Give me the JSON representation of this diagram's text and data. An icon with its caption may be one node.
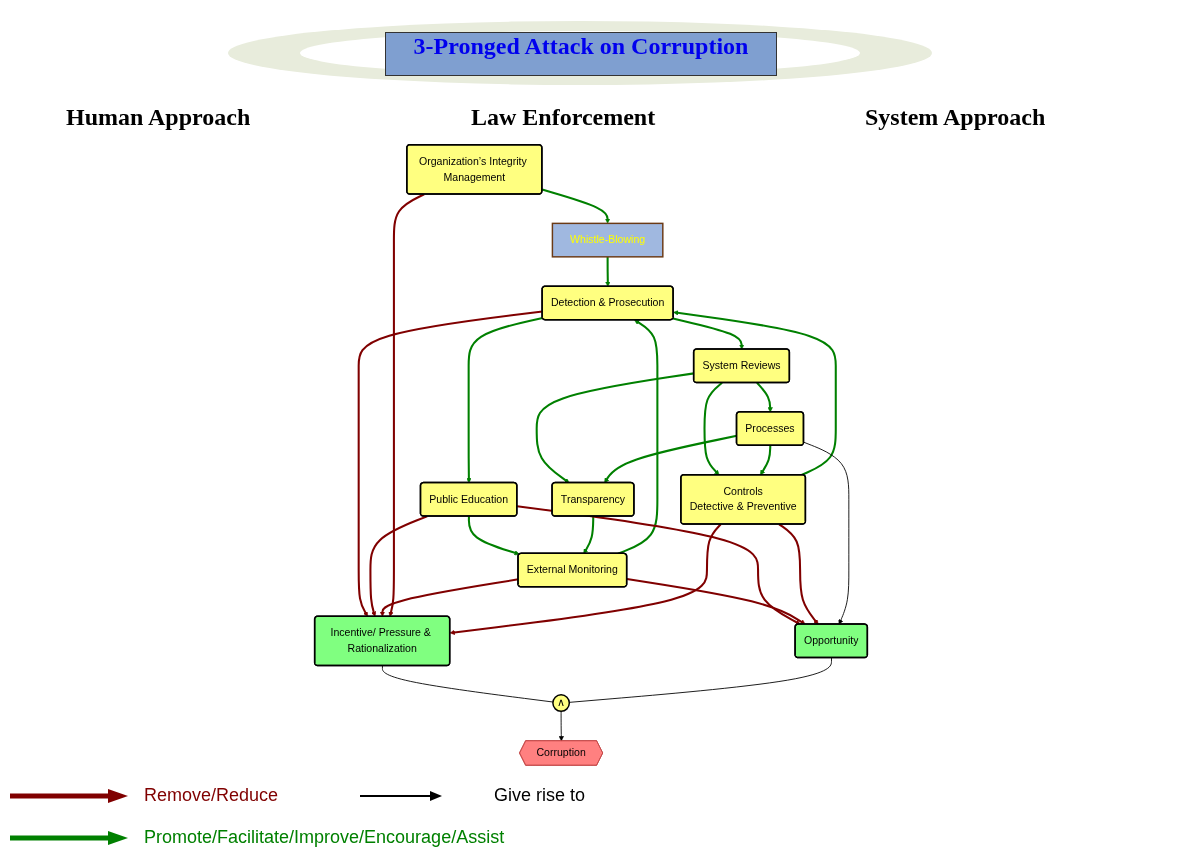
{
  "diagram": {
    "title": "3-Pronged Attack on Corruption",
    "nodes": [
      {
        "text": [
          "Whistle-Blowing"
        ]
      },
      {
        "text": [
          "Detection & Prosecution"
        ]
      },
      {
        "text": [
          "Public Education"
        ]
      },
      {
        "text": [
          "External Monitoring"
        ]
      },
      {
        "text": [
          "System Reviews"
        ]
      },
      {
        "text": [
          "Transparency"
        ]
      },
      {
        "text": [
          "Corruption"
        ]
      },
      {
        "text": [
          "Organization’s Integrity Management"
        ]
      },
      {
        "text": [
          "Incentive/ Pressure & Rationalization"
        ]
      },
      {
        "text": [
          "∧"
        ]
      },
      {
        "text": [
          "Opportunity"
        ]
      },
      {
        "text": [
          "Processes"
        ]
      },
      {
        "text": [
          "Controls",
          "Detective & Preventive"
        ]
      }
    ],
    "edges": [
      {
        "from": 7,
        "to": 0,
        "arrow": "to"
      },
      {
        "from": 0,
        "to": 1,
        "arrow": "to"
      },
      {
        "from": 1,
        "to": 4,
        "arrow": "to"
      },
      {
        "from": 1,
        "to": 2,
        "arrow": "to"
      },
      {
        "from": 2,
        "to": 3,
        "arrow": "to"
      },
      {
        "from": 3,
        "to": 1,
        "arrow": "to"
      },
      {
        "from": 5,
        "to": 3,
        "arrow": "to"
      },
      {
        "from": 12,
        "to": 1,
        "arrow": "to"
      },
      {
        "from": 4,
        "to": 5,
        "arrow": "to"
      },
      {
        "from": 4,
        "to": 11,
        "arrow": "to"
      },
      {
        "from": 4,
        "to": 12,
        "arrow": "to"
      },
      {
        "from": 11,
        "to": 5,
        "arrow": "to"
      },
      {
        "from": 11,
        "to": 12,
        "arrow": "to"
      },
      {
        "from": 1,
        "to": 8,
        "arrow": "to",
        "color": "#800000"
      },
      {
        "from": 2,
        "to": 8,
        "arrow": "to",
        "color": "#800000"
      },
      {
        "from": 2,
        "to": 10,
        "arrow": "to",
        "color": "#800000"
      },
      {
        "from": 3,
        "to": 8,
        "arrow": "to",
        "color": "#800000"
      },
      {
        "from": 3,
        "to": 10,
        "arrow": "to",
        "color": "#800000"
      },
      {
        "from": 7,
        "to": 8,
        "arrow": "to",
        "color": "#800000"
      },
      {
        "from": 12,
        "to": 8,
        "arrow": "to",
        "color": "#800000"
      },
      {
        "from": 12,
        "to": 10,
        "arrow": "to",
        "color": "#800000"
      },
      {
        "from": 8,
        "to": 9,
        "arrow": "none",
        "color": "#000000"
      },
      {
        "from": 10,
        "to": 9,
        "arrow": "none",
        "color": "#000000"
      },
      {
        "from": 9,
        "to": 6,
        "arrow": "to",
        "color": "#000000"
      },
      {
        "from": 11,
        "to": 10,
        "arrow": "to",
        "color": "#000000"
      }
    ],
    "labels": [
      "Human Approach",
      "Law Enforcement",
      "System Approach"
    ],
    "legend": [
      {
        "text": "Remove/Reduce",
        "color": "#800000"
      },
      {
        "text": "Give rise to",
        "color": "#000000"
      },
      {
        "text": "Promote/Facilitate/Improve/Encourage/Assist",
        "color": "#008000"
      }
    ]
  }
}
